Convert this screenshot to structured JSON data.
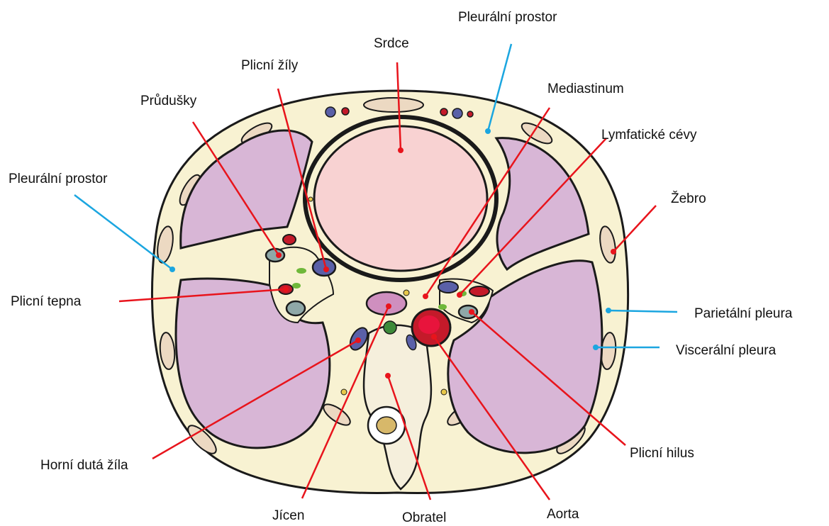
{
  "labels": {
    "srdce": "Srdce",
    "pleuralni_prostor_top": "Pleurální prostor",
    "plicni_zily": "Plicní žíly",
    "mediastinum": "Mediastinum",
    "prudusky": "Průdušky",
    "lymfaticke_cevy": "Lymfatické cévy",
    "pleuralni_prostor_left": "Pleurální prostor",
    "zebro": "Žebro",
    "plicni_tepna": "Plicní tepna",
    "parietalni_pleura": "Parietální pleura",
    "visceralni_pleura": "Viscerální pleura",
    "plicni_hilus": "Plicní hilus",
    "horni_duta_zila": "Horní dutá žíla",
    "jicen": "Jícen",
    "obratel": "Obratel",
    "aorta": "Aorta"
  },
  "colors": {
    "red_leader": "#e8141c",
    "blue_leader": "#1ba6e0",
    "body_fill": "#f8f2d2",
    "lung_fill": "#d8b6d6",
    "heart_fill": "#f8d2d2",
    "outline": "#1a1a1a",
    "rib_fill": "#ecd9c2"
  }
}
